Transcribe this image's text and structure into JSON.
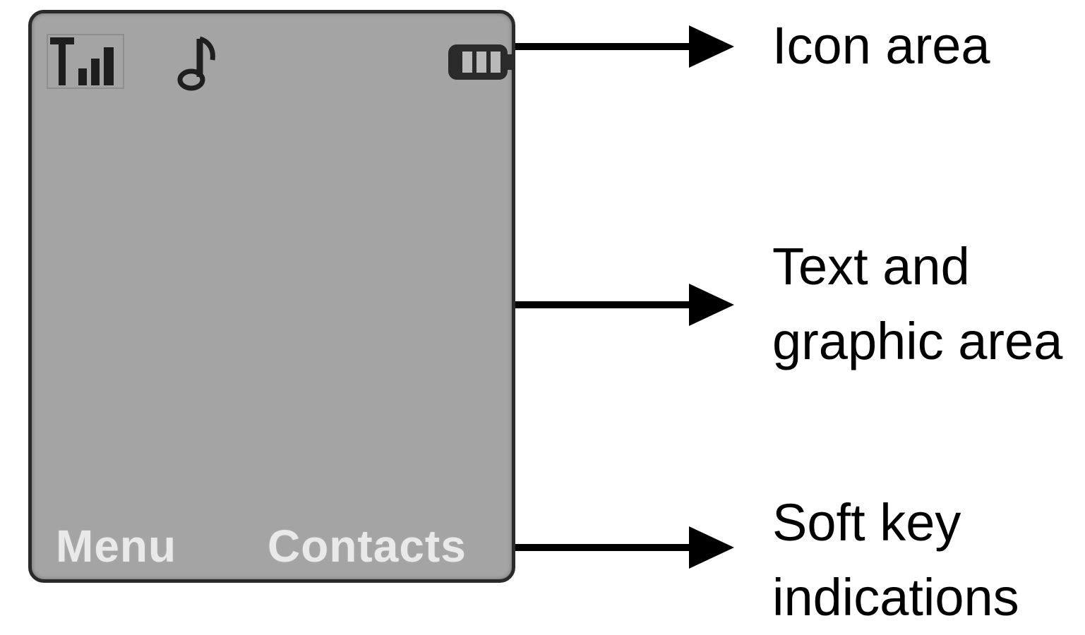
{
  "screen": {
    "softkeys": {
      "left": "Menu",
      "right": "Contacts"
    },
    "status_icons": [
      "signal-strength-icon",
      "ringer-icon",
      "battery-icon"
    ],
    "colors": {
      "screen_bg": "#a4a4a4",
      "bezel": "#2a2a2a",
      "softkey_text": "#e9e9e9",
      "icon": "#1e1e1e"
    }
  },
  "callouts": {
    "icon_area": [
      "Icon area"
    ],
    "text_graphic_area": [
      "Text and",
      "graphic area"
    ],
    "soft_key": [
      "Soft key",
      "indications"
    ]
  }
}
